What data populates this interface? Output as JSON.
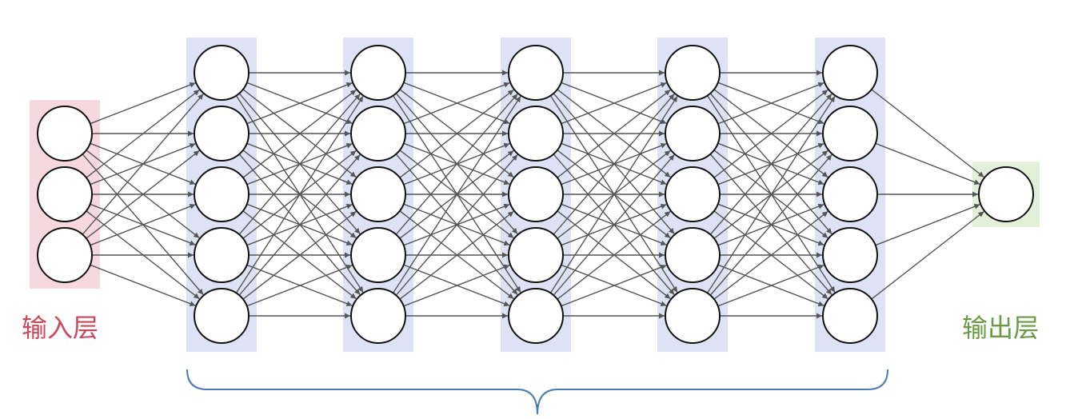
{
  "labels": {
    "input": "输入层",
    "output": "输出层"
  },
  "colors": {
    "input_band": "#f7d8de",
    "hidden_band": "#dde3f4",
    "output_band": "#e2efd9",
    "input_text": "#c8485e",
    "output_text": "#6a9a45",
    "edge": "#555555",
    "node_stroke": "#111111",
    "brace": "#4a7ab8"
  },
  "network": {
    "input_nodes": 3,
    "hidden_layers": 5,
    "hidden_nodes_per_layer": 5,
    "output_nodes": 1
  }
}
